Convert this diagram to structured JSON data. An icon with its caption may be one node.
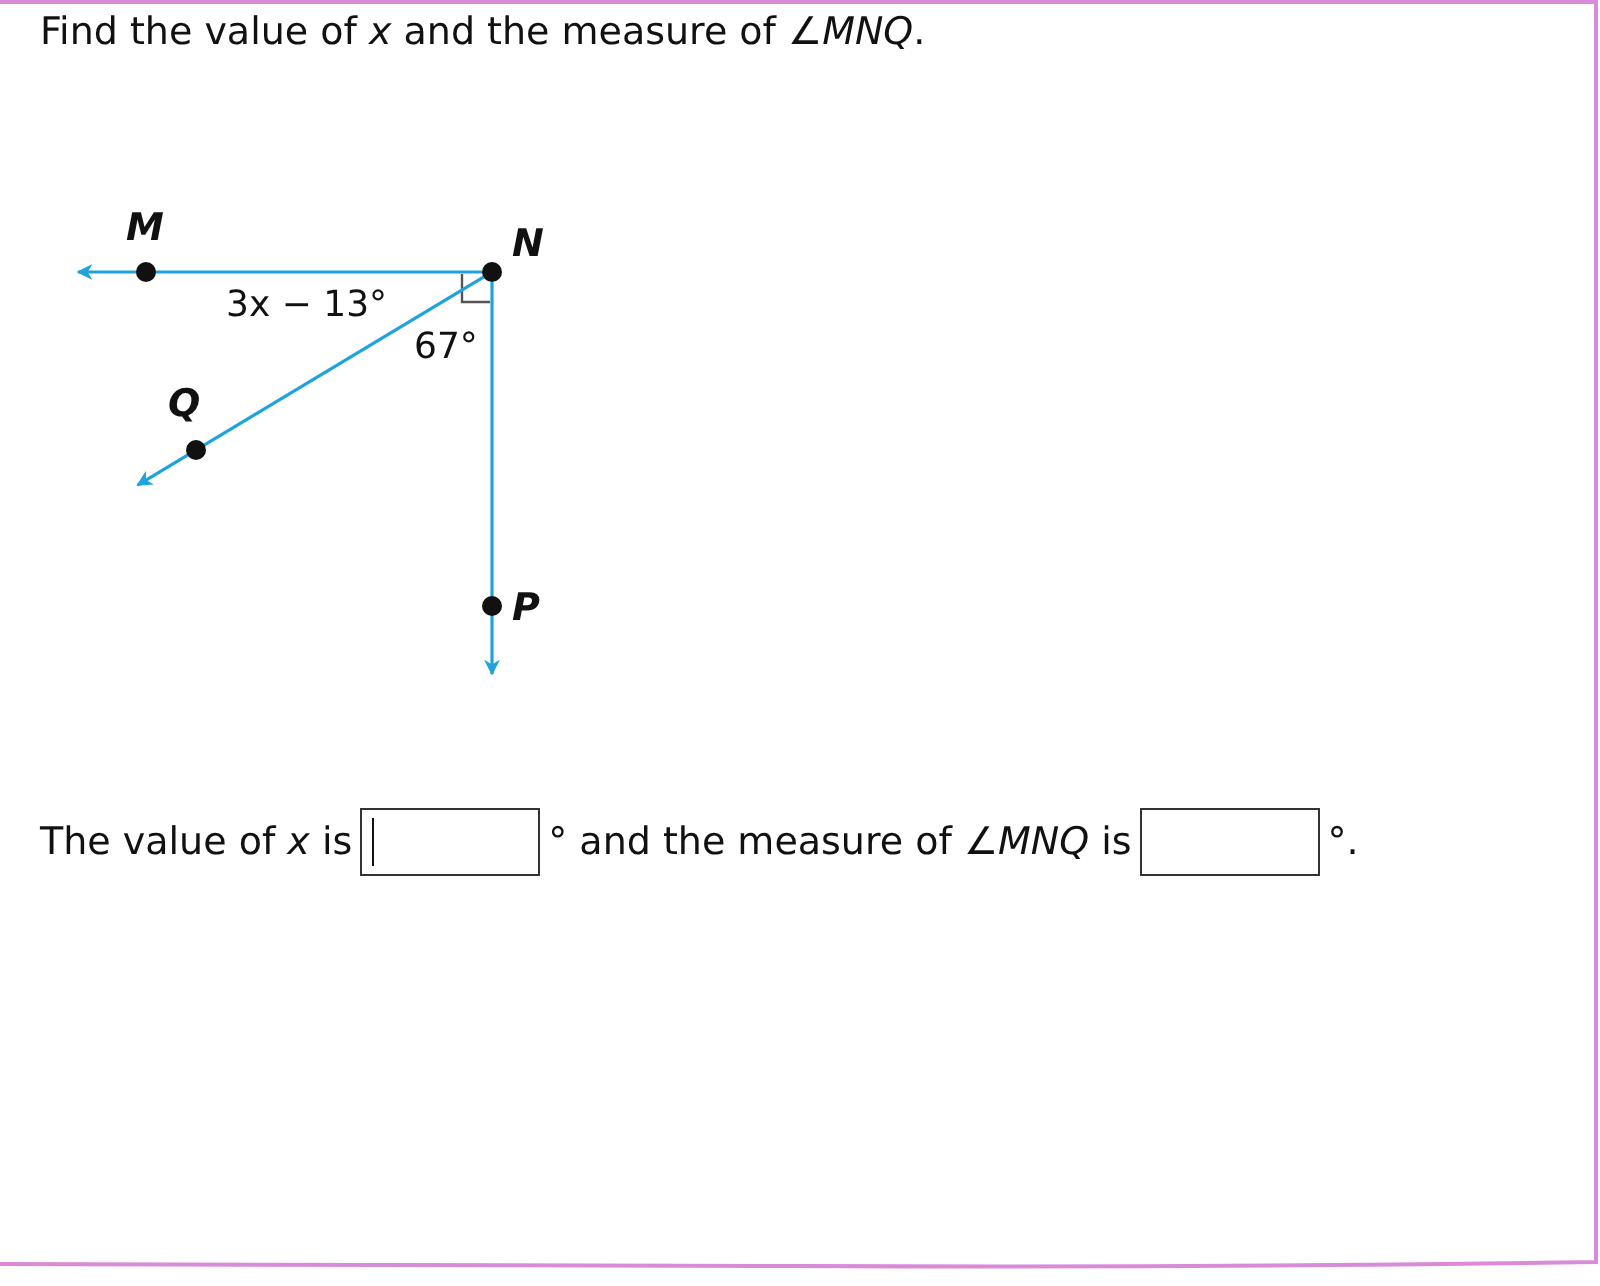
{
  "diagram": {
    "title": "Find the value of *x* and the measure of ∠*MNQ*.",
    "nodes": [
      {
        "text": [
          "M"
        ]
      },
      {
        "text": [
          "N"
        ]
      },
      {
        "text": [
          "Q"
        ]
      },
      {
        "text": [
          "P"
        ]
      }
    ],
    "edges": [
      {
        "from": 1,
        "to": 0,
        "arrow": "to"
      },
      {
        "from": 1,
        "to": 2,
        "arrow": "to"
      },
      {
        "from": 1,
        "to": 3,
        "arrow": "to"
      }
    ],
    "labels": [
      "3x − 13°",
      "67°",
      "The value of *x* is",
      "° and the measure of ∠*MNQ* is",
      "°."
    ]
  }
}
